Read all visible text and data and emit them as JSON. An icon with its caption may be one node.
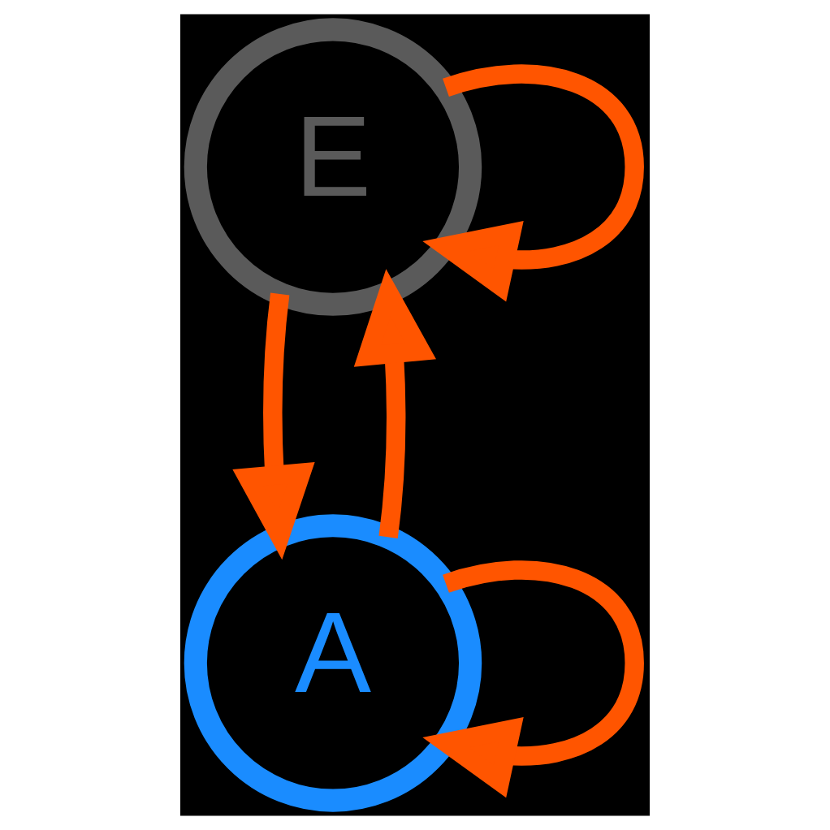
{
  "diagram": {
    "nodes": [
      {
        "text": [
          "E"
        ]
      },
      {
        "text": [
          "A"
        ]
      }
    ],
    "edges": [
      {
        "from": 0,
        "to": 0,
        "arrow": "to"
      },
      {
        "from": 0,
        "to": 1,
        "arrow": "to"
      },
      {
        "from": 1,
        "to": 0,
        "arrow": "to"
      },
      {
        "from": 1,
        "to": 1,
        "arrow": "to"
      }
    ]
  }
}
